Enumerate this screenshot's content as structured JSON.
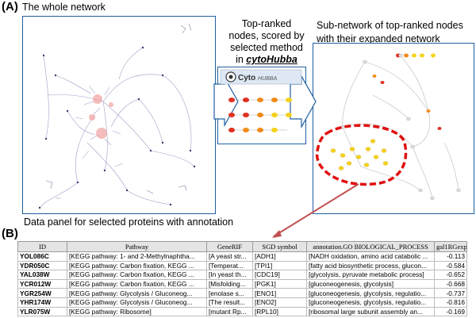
{
  "panel_a": {
    "label": "(A)",
    "whole_network_caption": "The whole network",
    "middle_caption": [
      "Top-ranked",
      "nodes, scored by",
      "selected method",
      "in "
    ],
    "middle_caption_emph": "cytoHubba",
    "right_caption": [
      "Sub-network of top-ranked nodes",
      "with their expanded network"
    ],
    "logo_text": "Cyto",
    "logo_sub": "HUBBA"
  },
  "panel_b": {
    "label": "(B)",
    "caption": "Data panel for selected proteins with annotation",
    "columns": [
      "ID",
      "Pathway",
      "GeneRIF",
      "SGD symbol",
      "annotation.GO BIOLOGICAL_PROCESS",
      "gal1RGexp"
    ],
    "rows": [
      [
        "YOL086C",
        "[KEGG pathway: 1- and 2-Methylnaphtha...",
        "[A yeast str...",
        "[ADH1]",
        "[NADH oxidation, amino acid catabolic ...",
        "-0.113"
      ],
      [
        "YDR050C",
        "[KEGG pathway: Carbon fixation, KEGG ...",
        "[Temperat...",
        "[TPI1]",
        "[fatty acid biosynthetic process, glucon...",
        "-0.584"
      ],
      [
        "YAL038W",
        "[KEGG pathway: Carbon fixation, KEGG ...",
        "[In yeast th...",
        "[CDC19]",
        "[glycolysis, pyruvate metabolic process]",
        "-0.652"
      ],
      [
        "YCR012W",
        "[KEGG pathway: Carbon fixation, KEGG ...",
        "[Misfolding...",
        "[PGK1]",
        "[gluconeogenesis, glycolysis]",
        "-0.668"
      ],
      [
        "YGR254W",
        "[KEGG pathway: Glycolysis / Gluconeog...",
        "[enolase s...",
        "[ENO1]",
        "[gluconeogenesis, glycolysis, regulatio...",
        "-0.737"
      ],
      [
        "YHR174W",
        "[KEGG pathway: Glycolysis / Gluconeog...",
        "[The result...",
        "[ENO2]",
        "[gluconeogenesis, glycolysis, regulatio...",
        "-0.816"
      ],
      [
        "YLR075W",
        "[KEGG pathway: Ribosome]",
        "[mutant Rp...",
        "[RPL10]",
        "[ribosomal large subunit assembly an...",
        "-0.169"
      ]
    ]
  },
  "colors": {
    "border": "#1f5fa0",
    "red_node": "#e03020",
    "orange_node": "#f08a1a",
    "yellow_node": "#f5d21c",
    "dash": "#e01010",
    "arrow": "#c25050"
  }
}
